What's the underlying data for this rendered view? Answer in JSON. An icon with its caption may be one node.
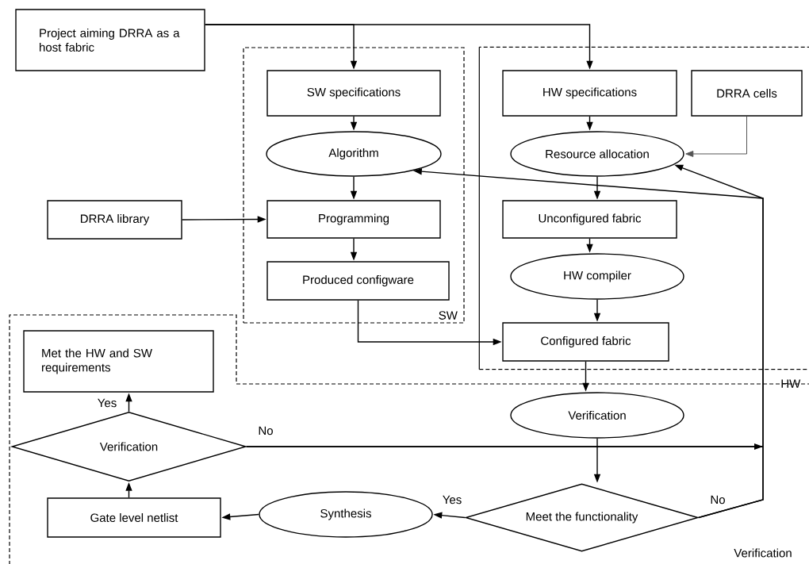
{
  "diagram": {
    "nodes": [
      {
        "text": [
          "Project aiming DRRA as a host fabric"
        ]
      },
      {
        "text": [
          "SW"
        ]
      },
      {
        "text": [
          "SW specifications"
        ],
        "in": 1
      },
      {
        "text": [
          "Algorithm"
        ],
        "in": 1
      },
      {
        "text": [
          "Programming"
        ],
        "in": 1
      },
      {
        "text": [
          "Produced configware"
        ],
        "in": 1
      },
      {
        "text": [
          "HW"
        ]
      },
      {
        "text": [
          "HW specifications"
        ],
        "in": 6
      },
      {
        "text": [
          "DRRA cells"
        ],
        "in": 6
      },
      {
        "text": [
          "Resource allocation"
        ],
        "in": 6
      },
      {
        "text": [
          "Unconfigured fabric"
        ],
        "in": 6
      },
      {
        "text": [
          "HW compiler"
        ],
        "in": 6
      },
      {
        "text": [
          "Configured fabric"
        ]
      },
      {
        "text": [
          "DRRA library"
        ]
      },
      {
        "text": [
          "Verification"
        ]
      },
      {
        "text": [
          "Met the HW and SW requirements"
        ],
        "in": 14
      },
      {
        "text": [
          "Verification"
        ],
        "in": 14
      },
      {
        "text": [
          "Gate level netlist"
        ],
        "in": 14
      },
      {
        "text": [
          "Synthesis"
        ],
        "in": 14
      },
      {
        "text": [
          "Verification"
        ],
        "in": 14
      },
      {
        "text": [
          "Meet the functionality"
        ],
        "in": 14
      }
    ],
    "edges": [
      {
        "from": 0,
        "to": 2,
        "arrow": "to"
      },
      {
        "from": 0,
        "to": 7,
        "arrow": "to"
      },
      {
        "from": 2,
        "to": 3,
        "arrow": "to"
      },
      {
        "from": 3,
        "to": 4,
        "arrow": "to"
      },
      {
        "from": 4,
        "to": 5,
        "arrow": "to"
      },
      {
        "from": 13,
        "to": 4,
        "arrow": "to"
      },
      {
        "from": 5,
        "to": 12,
        "arrow": "to"
      },
      {
        "from": 7,
        "to": 9,
        "arrow": "to"
      },
      {
        "from": 8,
        "to": 9,
        "arrow": "to",
        "color": "#555555"
      },
      {
        "from": 9,
        "to": 10,
        "arrow": "to"
      },
      {
        "from": 10,
        "to": 11,
        "arrow": "to"
      },
      {
        "from": 11,
        "to": 12,
        "arrow": "to"
      },
      {
        "from": 12,
        "to": 19,
        "arrow": "to"
      },
      {
        "from": 19,
        "to": 20,
        "arrow": "to"
      },
      {
        "from": 20,
        "to": 18,
        "arrow": "to",
        "label": "Yes"
      },
      {
        "from": 18,
        "to": 17,
        "arrow": "to"
      },
      {
        "from": 17,
        "to": 16,
        "arrow": "to"
      },
      {
        "from": 16,
        "to": 15,
        "arrow": "to",
        "label": "Yes"
      },
      {
        "from": 20,
        "to": 3,
        "arrow": "to",
        "label": "No"
      },
      {
        "from": 20,
        "to": 9,
        "arrow": "to"
      },
      {
        "from": 16,
        "to": 3,
        "arrow": "to",
        "label": "No"
      },
      {
        "from": 16,
        "to": 9,
        "arrow": "to"
      }
    ]
  }
}
